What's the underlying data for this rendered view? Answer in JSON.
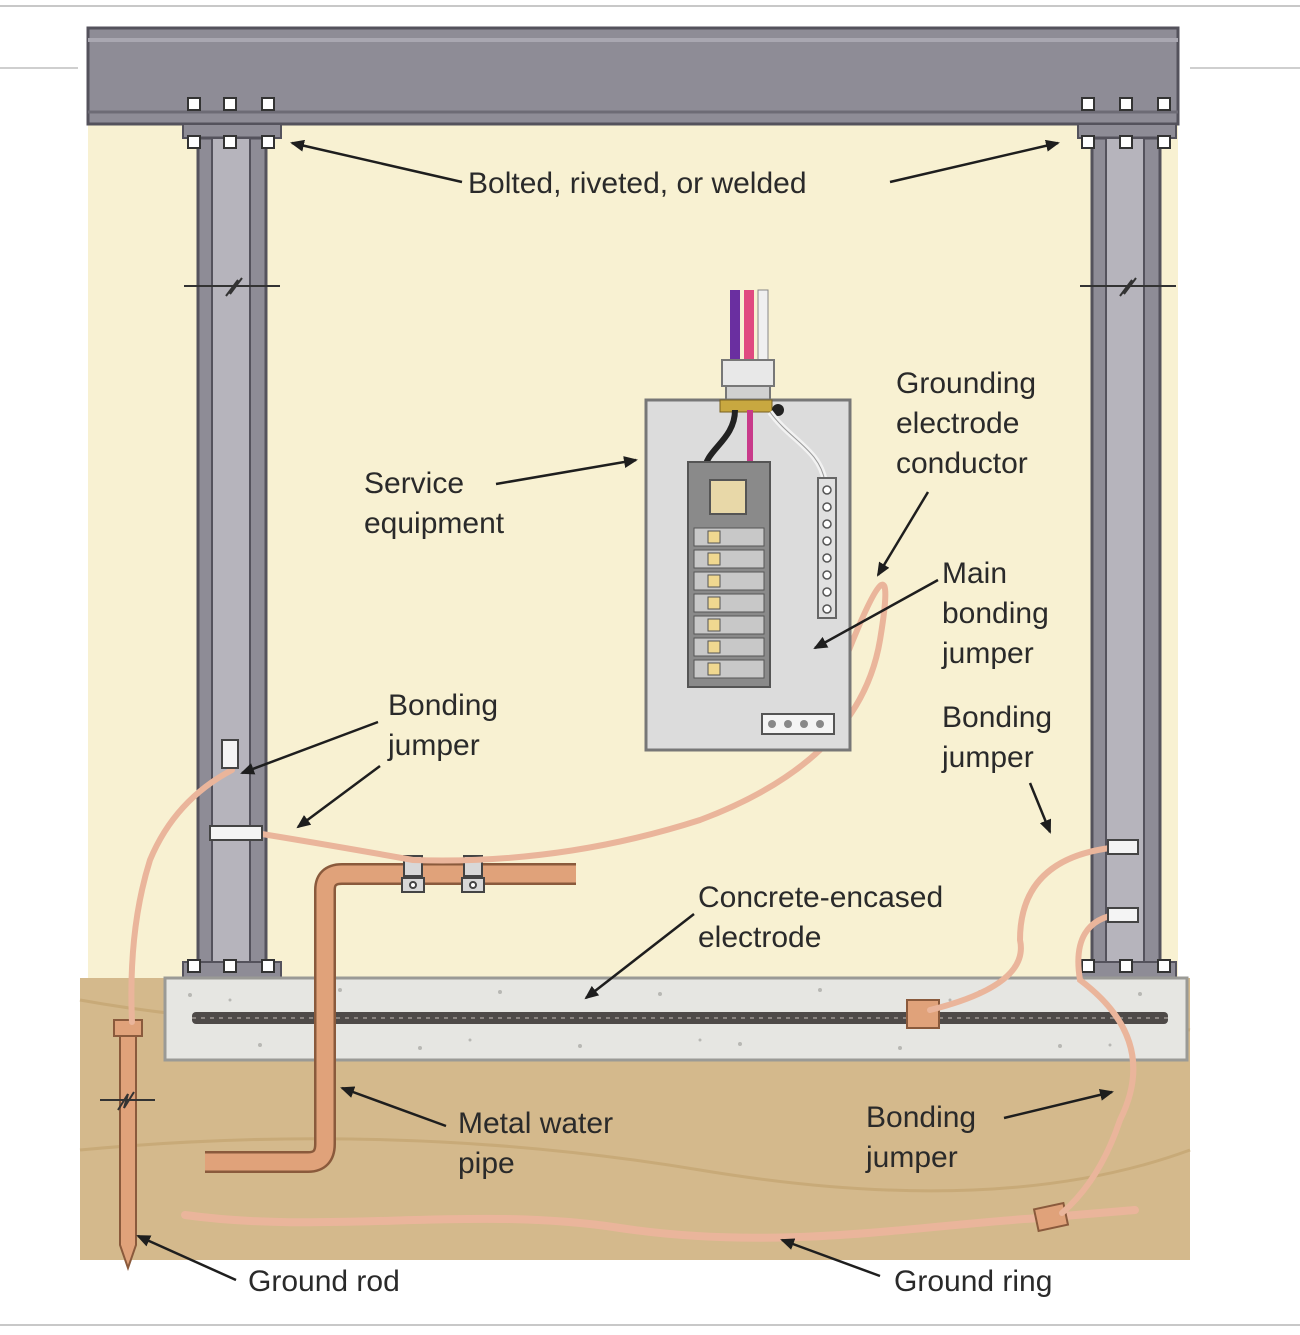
{
  "labels": {
    "bolted": "Bolted, riveted, or welded",
    "service": [
      "Service",
      "equipment"
    ],
    "gec": [
      "Grounding",
      "electrode",
      "conductor"
    ],
    "main_bonding": [
      "Main",
      "bonding",
      "jumper"
    ],
    "bonding_left": [
      "Bonding",
      "jumper"
    ],
    "bonding_right": [
      "Bonding",
      "jumper"
    ],
    "concrete": [
      "Concrete-encased",
      "electrode"
    ],
    "water_pipe": [
      "Metal water",
      "pipe"
    ],
    "bonding_bottom": [
      "Bonding",
      "jumper"
    ],
    "ground_rod": "Ground rod",
    "ground_ring": "Ground ring"
  },
  "colors": {
    "steel": "#8e8c96",
    "steel_dark": "#54525c",
    "wall": "#f8f1d2",
    "soil": "#d4b98c",
    "concrete": "#e6e6e2",
    "copper": "#d99a6c",
    "bond_wire": "#eab59b",
    "panel": "#dcdcdc"
  }
}
